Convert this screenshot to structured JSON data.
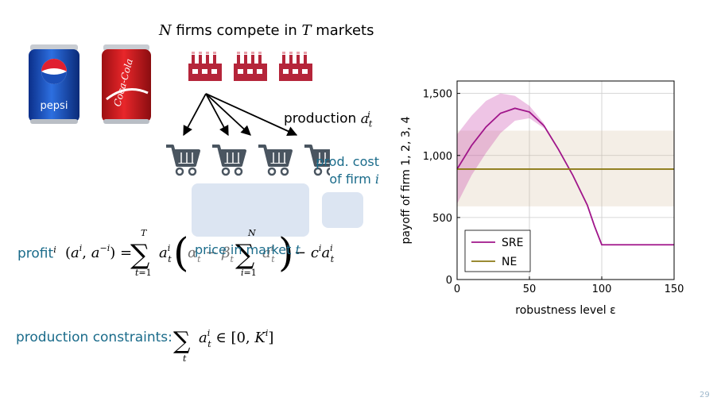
{
  "slide": {
    "title_pre": "N",
    "title_mid": " firms compete in ",
    "title_T": "T",
    "title_post": " markets",
    "production_label": "production",
    "cost_label_1": "prod. cost",
    "cost_label_2": "of firm",
    "cost_label_i": "i",
    "price_label": "price in market",
    "price_label_t": "t",
    "profit_label": "profit",
    "constraints_label": "production constraints:",
    "page_number": "29"
  },
  "brands": {
    "pepsi": "pepsi",
    "coke": "Coca-Cola"
  },
  "colors": {
    "accent": "#1a6b8a",
    "sre": "#a0158a",
    "ne": "#8c7a16",
    "factory": "#b5253a"
  },
  "chart_data": {
    "type": "line",
    "xlabel": "robustness level ε",
    "ylabel": "payoff of firm 1, 2, 3, 4",
    "xlim": [
      0,
      150
    ],
    "ylim": [
      0,
      1600
    ],
    "xticks": [
      0,
      50,
      100,
      150
    ],
    "xtick_labels": [
      "0",
      "50",
      "100",
      "150"
    ],
    "yticks": [
      0,
      500,
      1000,
      1500
    ],
    "ytick_labels": [
      "0",
      "500",
      "1,000",
      "1,500"
    ],
    "grid": true,
    "legend_position": "bottom-left",
    "series": [
      {
        "name": "SRE",
        "x": [
          0,
          10,
          20,
          30,
          40,
          50,
          60,
          70,
          80,
          90,
          95,
          100,
          110,
          120,
          130,
          140,
          150
        ],
        "y": [
          890,
          1080,
          1230,
          1340,
          1380,
          1350,
          1240,
          1050,
          840,
          600,
          430,
          280,
          280,
          280,
          280,
          280,
          280
        ],
        "band_upper": [
          1170,
          1320,
          1440,
          1500,
          1480,
          1400,
          1260
        ],
        "band_lower": [
          610,
          840,
          1020,
          1180,
          1280,
          1300,
          1220
        ],
        "band_x": [
          0,
          10,
          20,
          30,
          40,
          50,
          60
        ]
      },
      {
        "name": "NE",
        "x": [
          0,
          150
        ],
        "y": [
          890,
          890
        ],
        "band_upper": [
          1200,
          1200
        ],
        "band_lower": [
          590,
          590
        ],
        "band_x": [
          0,
          150
        ]
      }
    ]
  }
}
